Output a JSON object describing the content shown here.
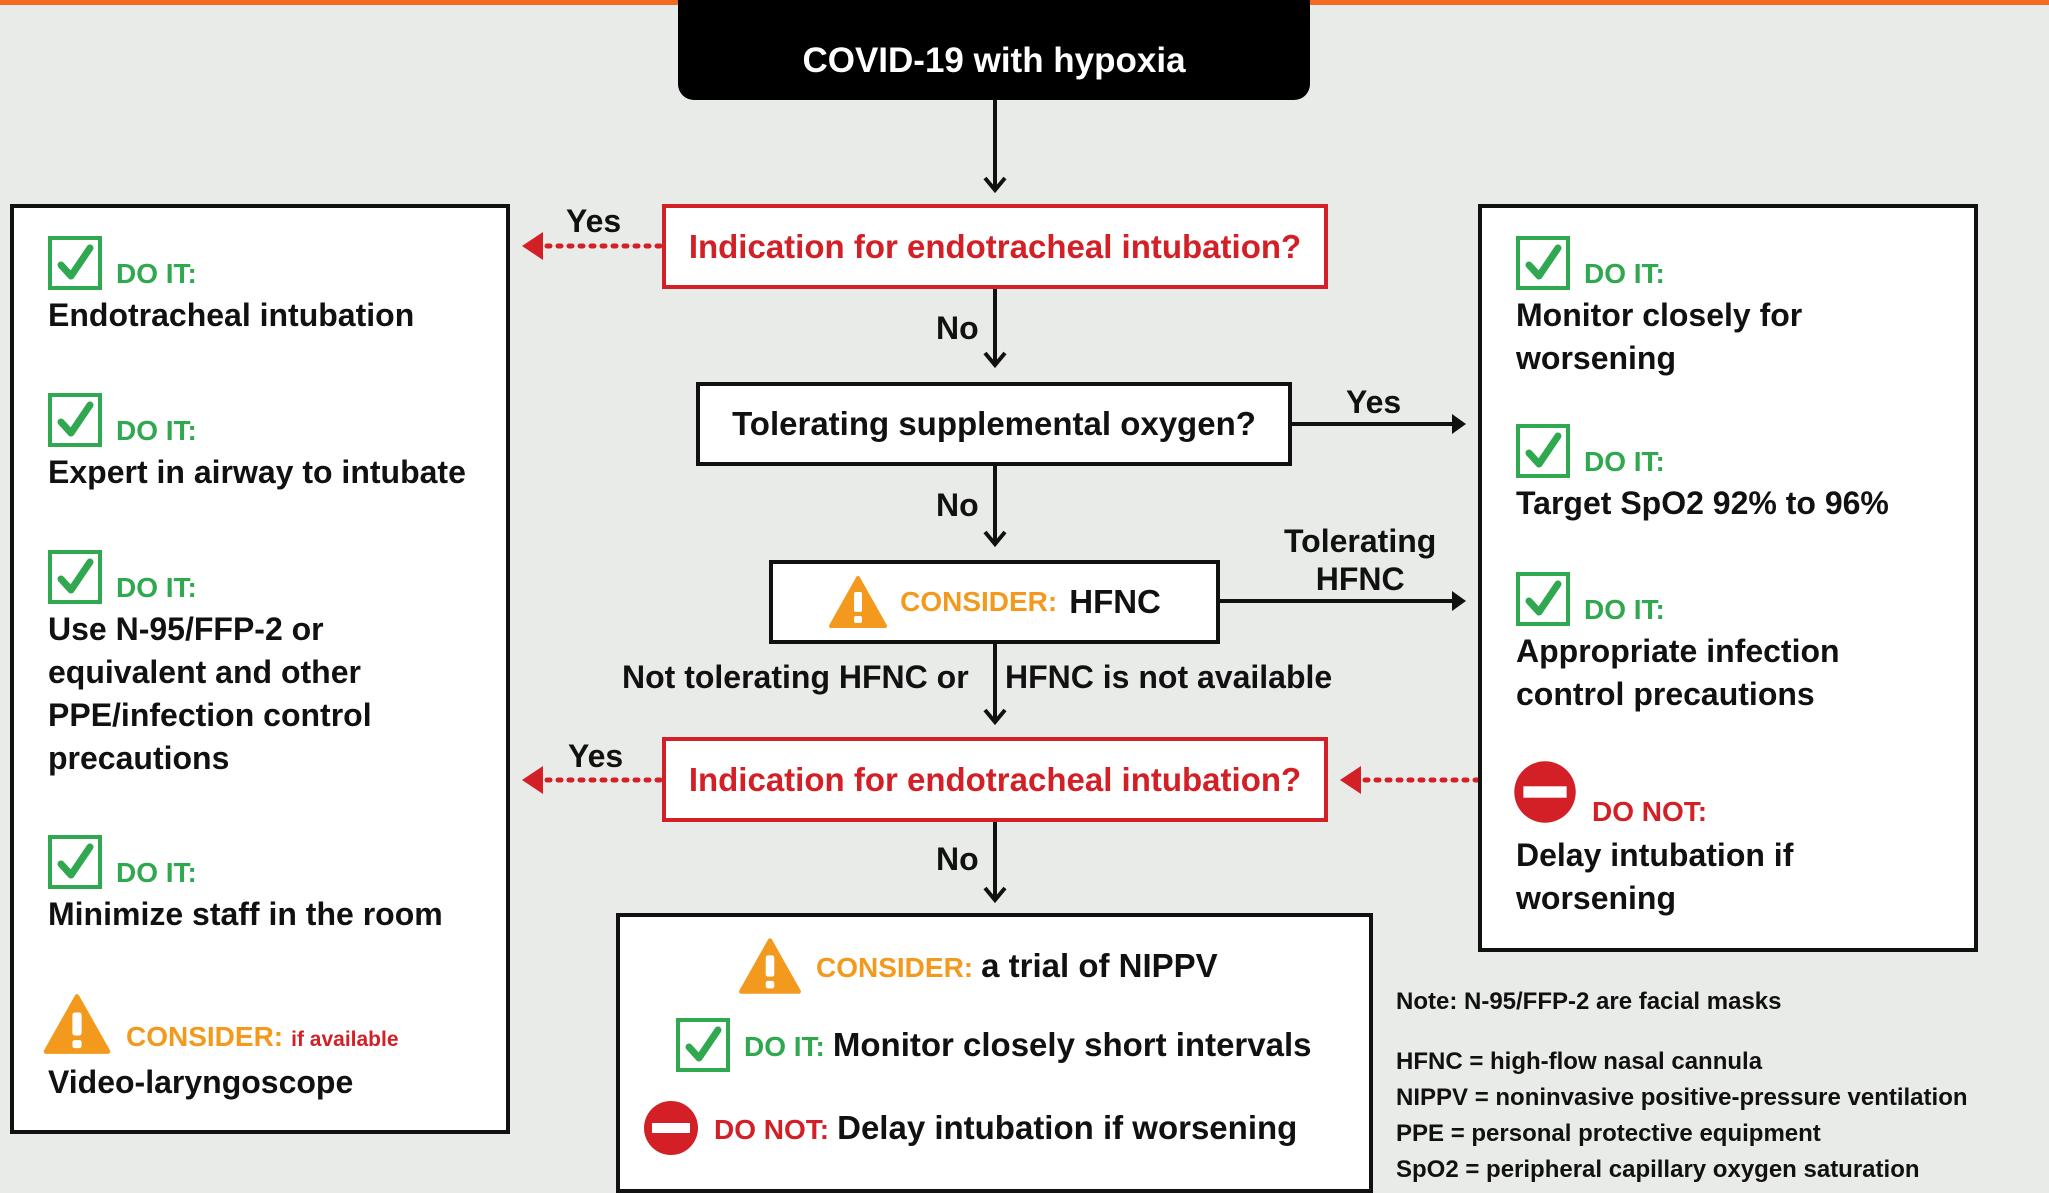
{
  "start": {
    "label": "COVID-19 with hypoxia"
  },
  "center": {
    "q1": "Indication for endotracheal intubation?",
    "q2": "Tolerating supplemental oxygen?",
    "consider_hfnc": {
      "tag": "CONSIDER:",
      "text": "HFNC"
    },
    "q3": "Indication for endotracheal intubation?",
    "bottom": {
      "consider": {
        "tag": "CONSIDER:",
        "text": "a trial of NIPPV"
      },
      "doit": {
        "tag": "DO IT:",
        "text": "Monitor closely short intervals"
      },
      "donot": {
        "tag": "DO NOT:",
        "text": "Delay intubation if worsening"
      }
    }
  },
  "edges": {
    "yes1": "Yes",
    "no1": "No",
    "yes2": "Yes",
    "no2": "No",
    "tolerating_line1": "Tolerating",
    "tolerating_line2": "HFNC",
    "not_tolerating": "Not tolerating HFNC or",
    "not_available": "HFNC is not available",
    "yes3": "Yes",
    "no3": "No"
  },
  "left_panel": {
    "items": [
      {
        "tag": "DO IT:",
        "lines": [
          "Endotracheal intubation"
        ]
      },
      {
        "tag": "DO IT:",
        "lines": [
          "Expert in airway to intubate"
        ]
      },
      {
        "tag": "DO IT:",
        "lines": [
          "Use N-95/FFP-2 or",
          "equivalent and other",
          "PPE/infection control",
          "precautions"
        ]
      },
      {
        "tag": "DO IT:",
        "lines": [
          "Minimize staff in the room"
        ]
      }
    ],
    "consider": {
      "tag": "CONSIDER:",
      "qualifier": "if available",
      "text": "Video-laryngoscope"
    }
  },
  "right_panel": {
    "items": [
      {
        "tag": "DO IT:",
        "lines": [
          "Monitor closely for",
          "worsening"
        ]
      },
      {
        "tag": "DO IT:",
        "lines": [
          "Target SpO2 92% to 96%"
        ]
      },
      {
        "tag": "DO IT:",
        "lines": [
          "Appropriate infection",
          "control precautions"
        ]
      }
    ],
    "donot": {
      "tag": "DO NOT:",
      "lines": [
        "Delay intubation if",
        "worsening"
      ]
    }
  },
  "notes": {
    "note": "Note: N-95/FFP-2 are facial masks",
    "abbreviations": [
      "HFNC = high-flow nasal cannula",
      "NIPPV = noninvasive positive-pressure ventilation",
      "PPE = personal protective equipment",
      "SpO2 = peripheral capillary oxygen saturation"
    ]
  },
  "colors": {
    "accent_orange": "#f26b21",
    "red": "#d32027",
    "green": "#2fa84f",
    "amber": "#f39a1e",
    "background": "#e9ebe8"
  }
}
